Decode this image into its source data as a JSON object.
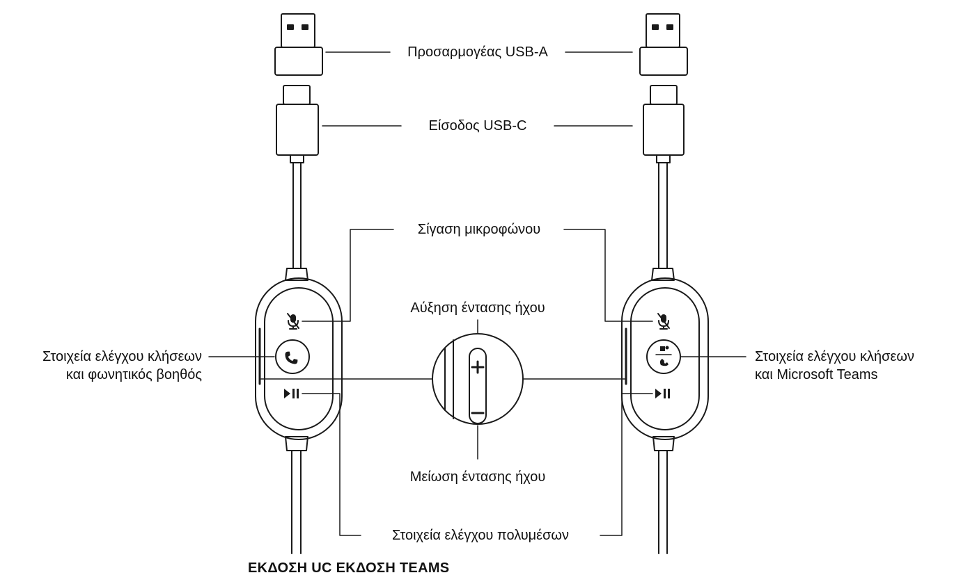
{
  "labels": {
    "usb_a_adapter": "Προσαρμογέας USB-A",
    "usb_c_input": "Είσοδος USB-C",
    "mic_mute": "Σίγαση μικροφώνου",
    "volume_up": "Αύξηση έντασης ήχου",
    "volume_down": "Μείωση έντασης ήχου",
    "call_controls_left_line1": "Στοιχεία ελέγχου κλήσεων",
    "call_controls_left_line2": "και φωνητικός βοηθός",
    "call_controls_right_line1": "Στοιχεία ελέγχου κλήσεων",
    "call_controls_right_line2": "και Microsoft Teams",
    "media_controls": "Στοιχεία ελέγχου πολυμέσων"
  },
  "captions": {
    "uc_version": "ΕΚΔΟΣΗ UC",
    "teams_version": "ΕΚΔΟΣΗ TEAMS"
  },
  "colors": {
    "stroke": "#1a1a1a",
    "background": "#ffffff"
  },
  "icons": {
    "mic_mute": "mic-mute-icon",
    "phone": "phone-icon",
    "teams_phone": "teams-phone-icon",
    "play_pause": "play-pause-icon",
    "plus": "plus-icon",
    "minus": "minus-icon"
  }
}
